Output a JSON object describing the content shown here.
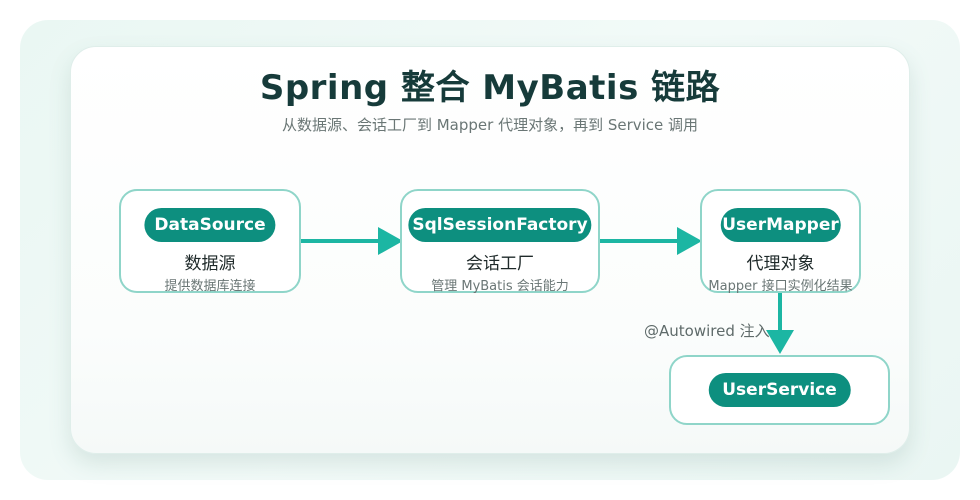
{
  "diagram": {
    "title": "Spring 整合 MyBatis 链路",
    "subtitle": "从数据源、会话工厂到 Mapper 代理对象，再到 Service 调用",
    "nodes": [
      {
        "name": "DataSource",
        "label": "数据源",
        "desc": "提供数据库连接"
      },
      {
        "name": "SqlSessionFactory",
        "label": "会话工厂",
        "desc": "管理 MyBatis 会话能力"
      },
      {
        "name": "UserMapper",
        "label": "代理对象",
        "desc": "Mapper 接口实例化结果"
      },
      {
        "name": "UserService",
        "label": "",
        "desc": ""
      }
    ],
    "edges": [
      {
        "from": "DataSource",
        "to": "SqlSessionFactory",
        "label": ""
      },
      {
        "from": "SqlSessionFactory",
        "to": "UserMapper",
        "label": ""
      },
      {
        "from": "UserMapper",
        "to": "UserService",
        "label": "@Autowired 注入"
      }
    ],
    "colors": {
      "accent": "#0d8f7f",
      "arrow": "#1cb6a3",
      "node_border": "#8fd5c9",
      "title": "#163b3a"
    }
  }
}
